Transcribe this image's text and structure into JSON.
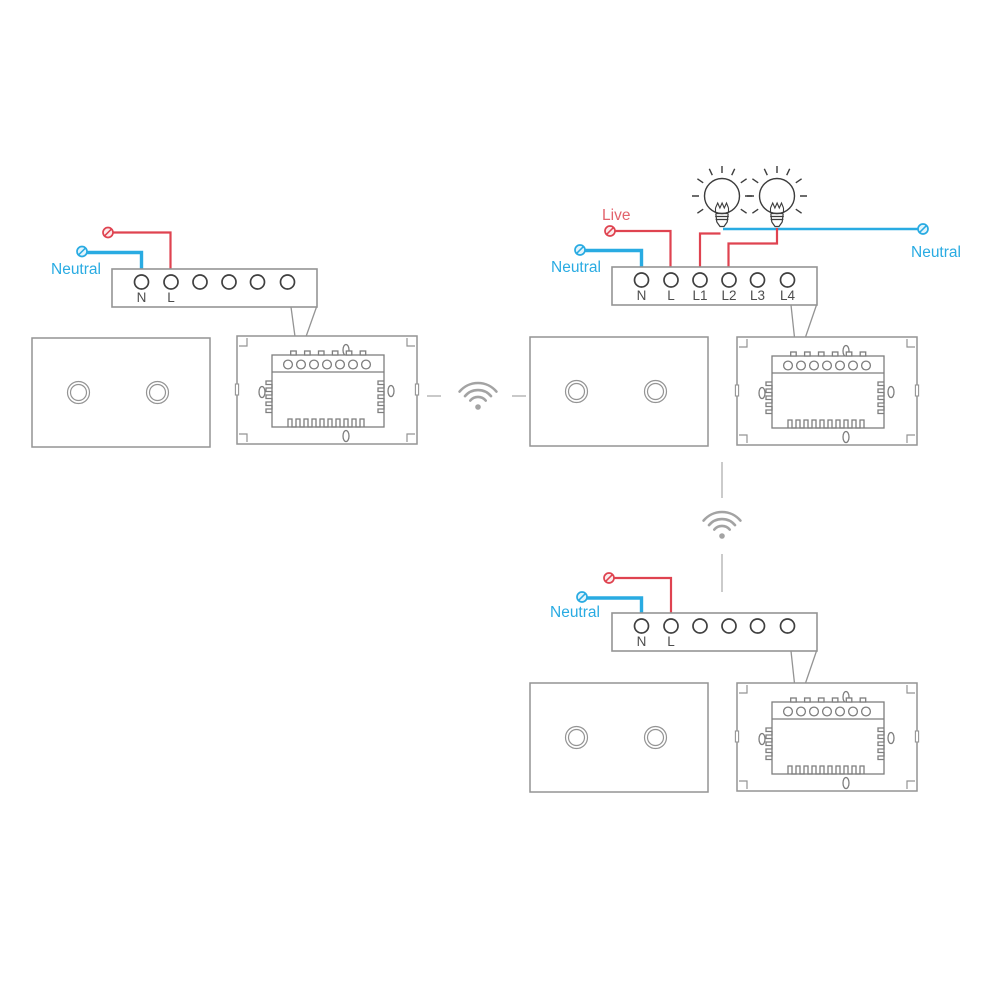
{
  "colors": {
    "live": "#df4350",
    "live_text": "#e2636c",
    "neutral": "#29abe2",
    "outline": "#949494",
    "dark": "#3f3f3f",
    "module": "#7e7e7e",
    "label": "#4d4d4d",
    "wifi": "#a3a3a3",
    "dash": "#c9c9c9",
    "connector": "#b5b5b5"
  },
  "left_switch": {
    "neutral_label": "Neutral",
    "terminal_labels": [
      "N",
      "L"
    ]
  },
  "right_switch": {
    "live_label": "Live",
    "neutral_label": "Neutral",
    "bulb_neutral_label": "Neutral",
    "terminal_labels": [
      "N",
      "L",
      "L1",
      "L2",
      "L3",
      "L4"
    ]
  },
  "bottom_switch": {
    "neutral_label": "Neutral",
    "terminal_labels": [
      "N",
      "L"
    ]
  }
}
